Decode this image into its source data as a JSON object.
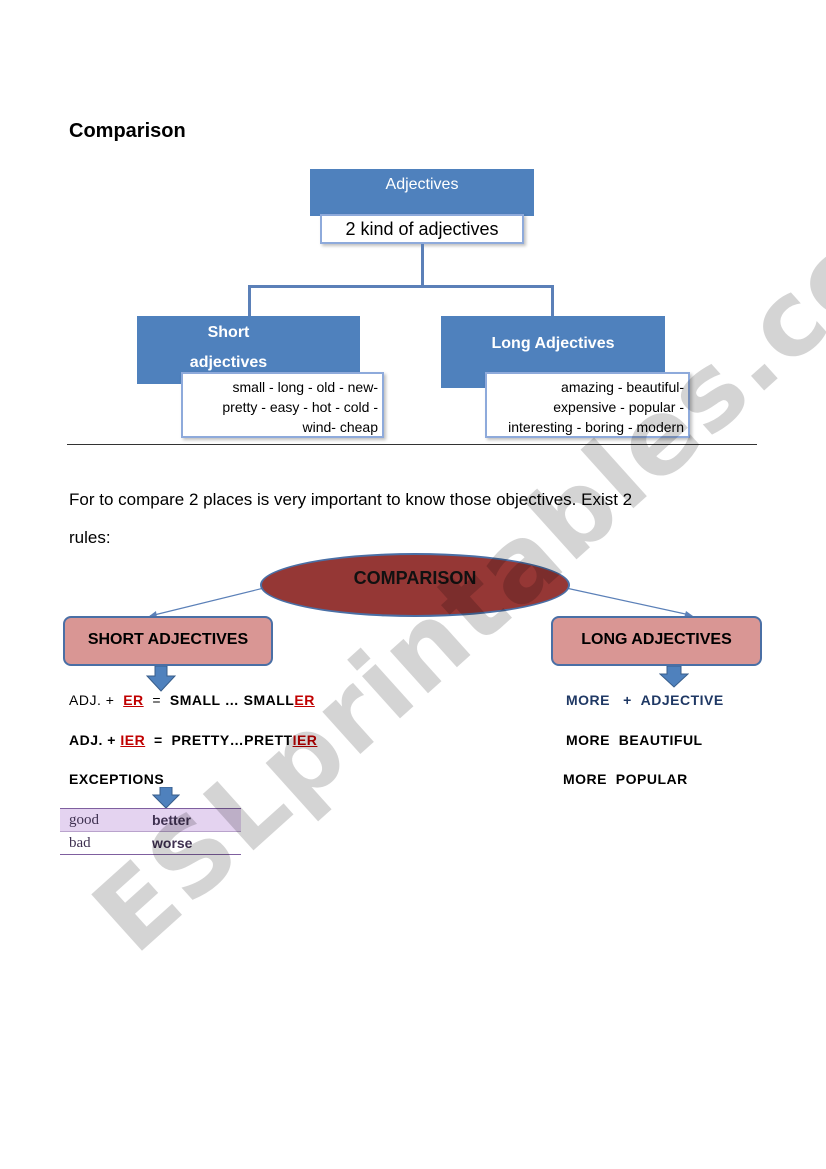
{
  "doc_title": "Comparison",
  "tree": {
    "root_label": "Adjectives",
    "root_sub": "2 kind of adjectives",
    "short": {
      "label_line1": "Short",
      "label_line2": "adjectives",
      "examples": [
        "small - long - old - new-",
        "pretty - easy - hot - cold -",
        "wind- cheap"
      ]
    },
    "long": {
      "label": "Long Adjectives",
      "examples": [
        "amazing - beautiful-",
        "expensive - popular -",
        "interesting - boring - modern"
      ]
    }
  },
  "paragraph": {
    "line1": "For to compare 2 places is very important to know those objectives. Exist 2",
    "line2": "rules:"
  },
  "comparison": {
    "center_label": "COMPARISON",
    "short_label": "SHORT ADJECTIVES",
    "long_label": "LONG  ADJECTIVES"
  },
  "short_rules": {
    "r1_prefix": "ADJ. +",
    "r1_suffix": "ER",
    "r1_eq": "=",
    "r1_example": "SMALL … SMALL",
    "r1_example_suffix": "ER",
    "r2_prefix": "ADJ.  +",
    "r2_suffix": "IER",
    "r2_eq": "=",
    "r2_example": "PRETTY…PRETT",
    "r2_example_suffix": "IER",
    "exceptions_label": "EXCEPTIONS"
  },
  "exceptions": [
    {
      "base": "good",
      "comparative": "better"
    },
    {
      "base": "bad",
      "comparative": "worse"
    }
  ],
  "long_rules": {
    "formula_more": "MORE",
    "formula_plus": "+",
    "formula_adj": "ADJECTIVE",
    "example1": "MORE  BEAUTIFUL",
    "example2": "MORE  POPULAR"
  },
  "watermark": "ESLprintables.com",
  "colors": {
    "blue_box": "#4f81bd",
    "pink_box": "#d99694",
    "ellipse": "#953735",
    "red_text": "#c00000",
    "navy_text": "#1f3864",
    "table_highlight": "#e4d3f0"
  }
}
